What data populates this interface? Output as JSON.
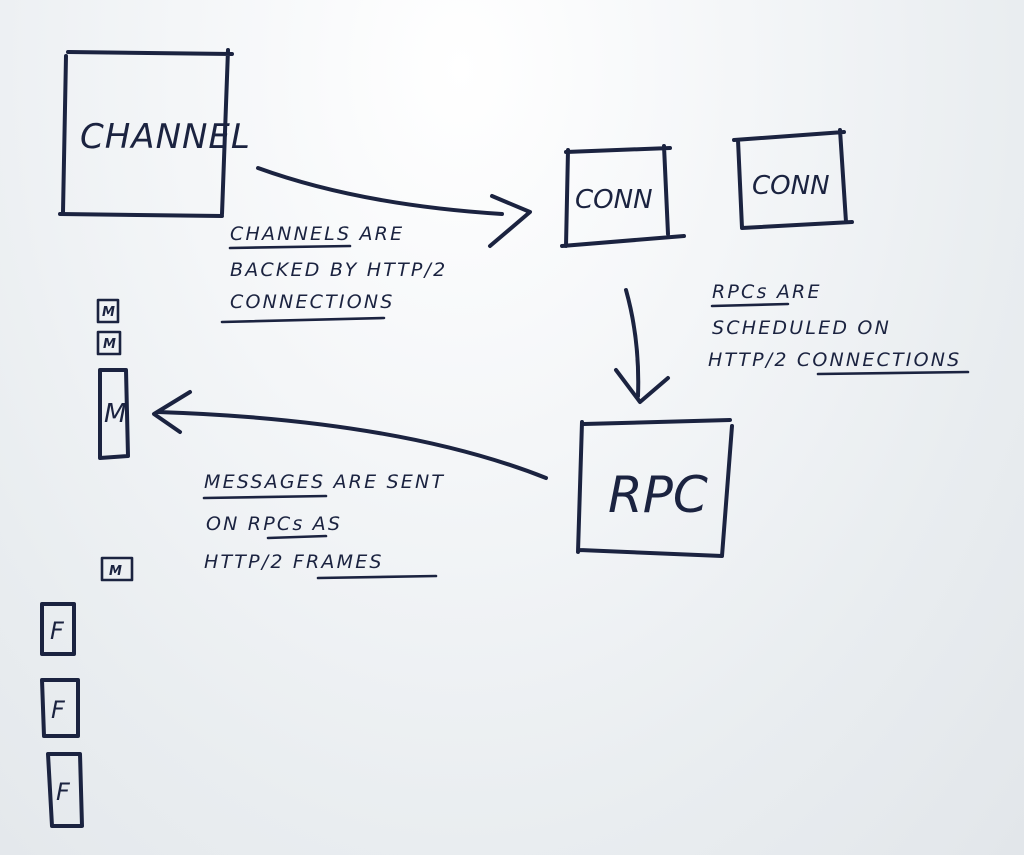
{
  "boxes": {
    "channel": "CHANNEL",
    "conn_1": "CONN",
    "conn_2": "CONN",
    "rpc": "RPC"
  },
  "notes": {
    "channels": {
      "lines": [
        "CHANNELS ARE",
        "BACKED BY HTTP/2",
        "CONNECTIONS"
      ]
    },
    "rpcs": {
      "lines": [
        "RPCs ARE",
        "SCHEDULED ON",
        "HTTP/2 CONNECTIONS"
      ]
    },
    "messages": {
      "lines": [
        "MESSAGES ARE SENT",
        "ON RPCs AS",
        "HTTP/2 FRAMES"
      ]
    }
  },
  "messages": [
    "M",
    "M",
    "M",
    "M"
  ],
  "frames": [
    "F",
    "F",
    "F"
  ],
  "ink_color": "#1b2340"
}
